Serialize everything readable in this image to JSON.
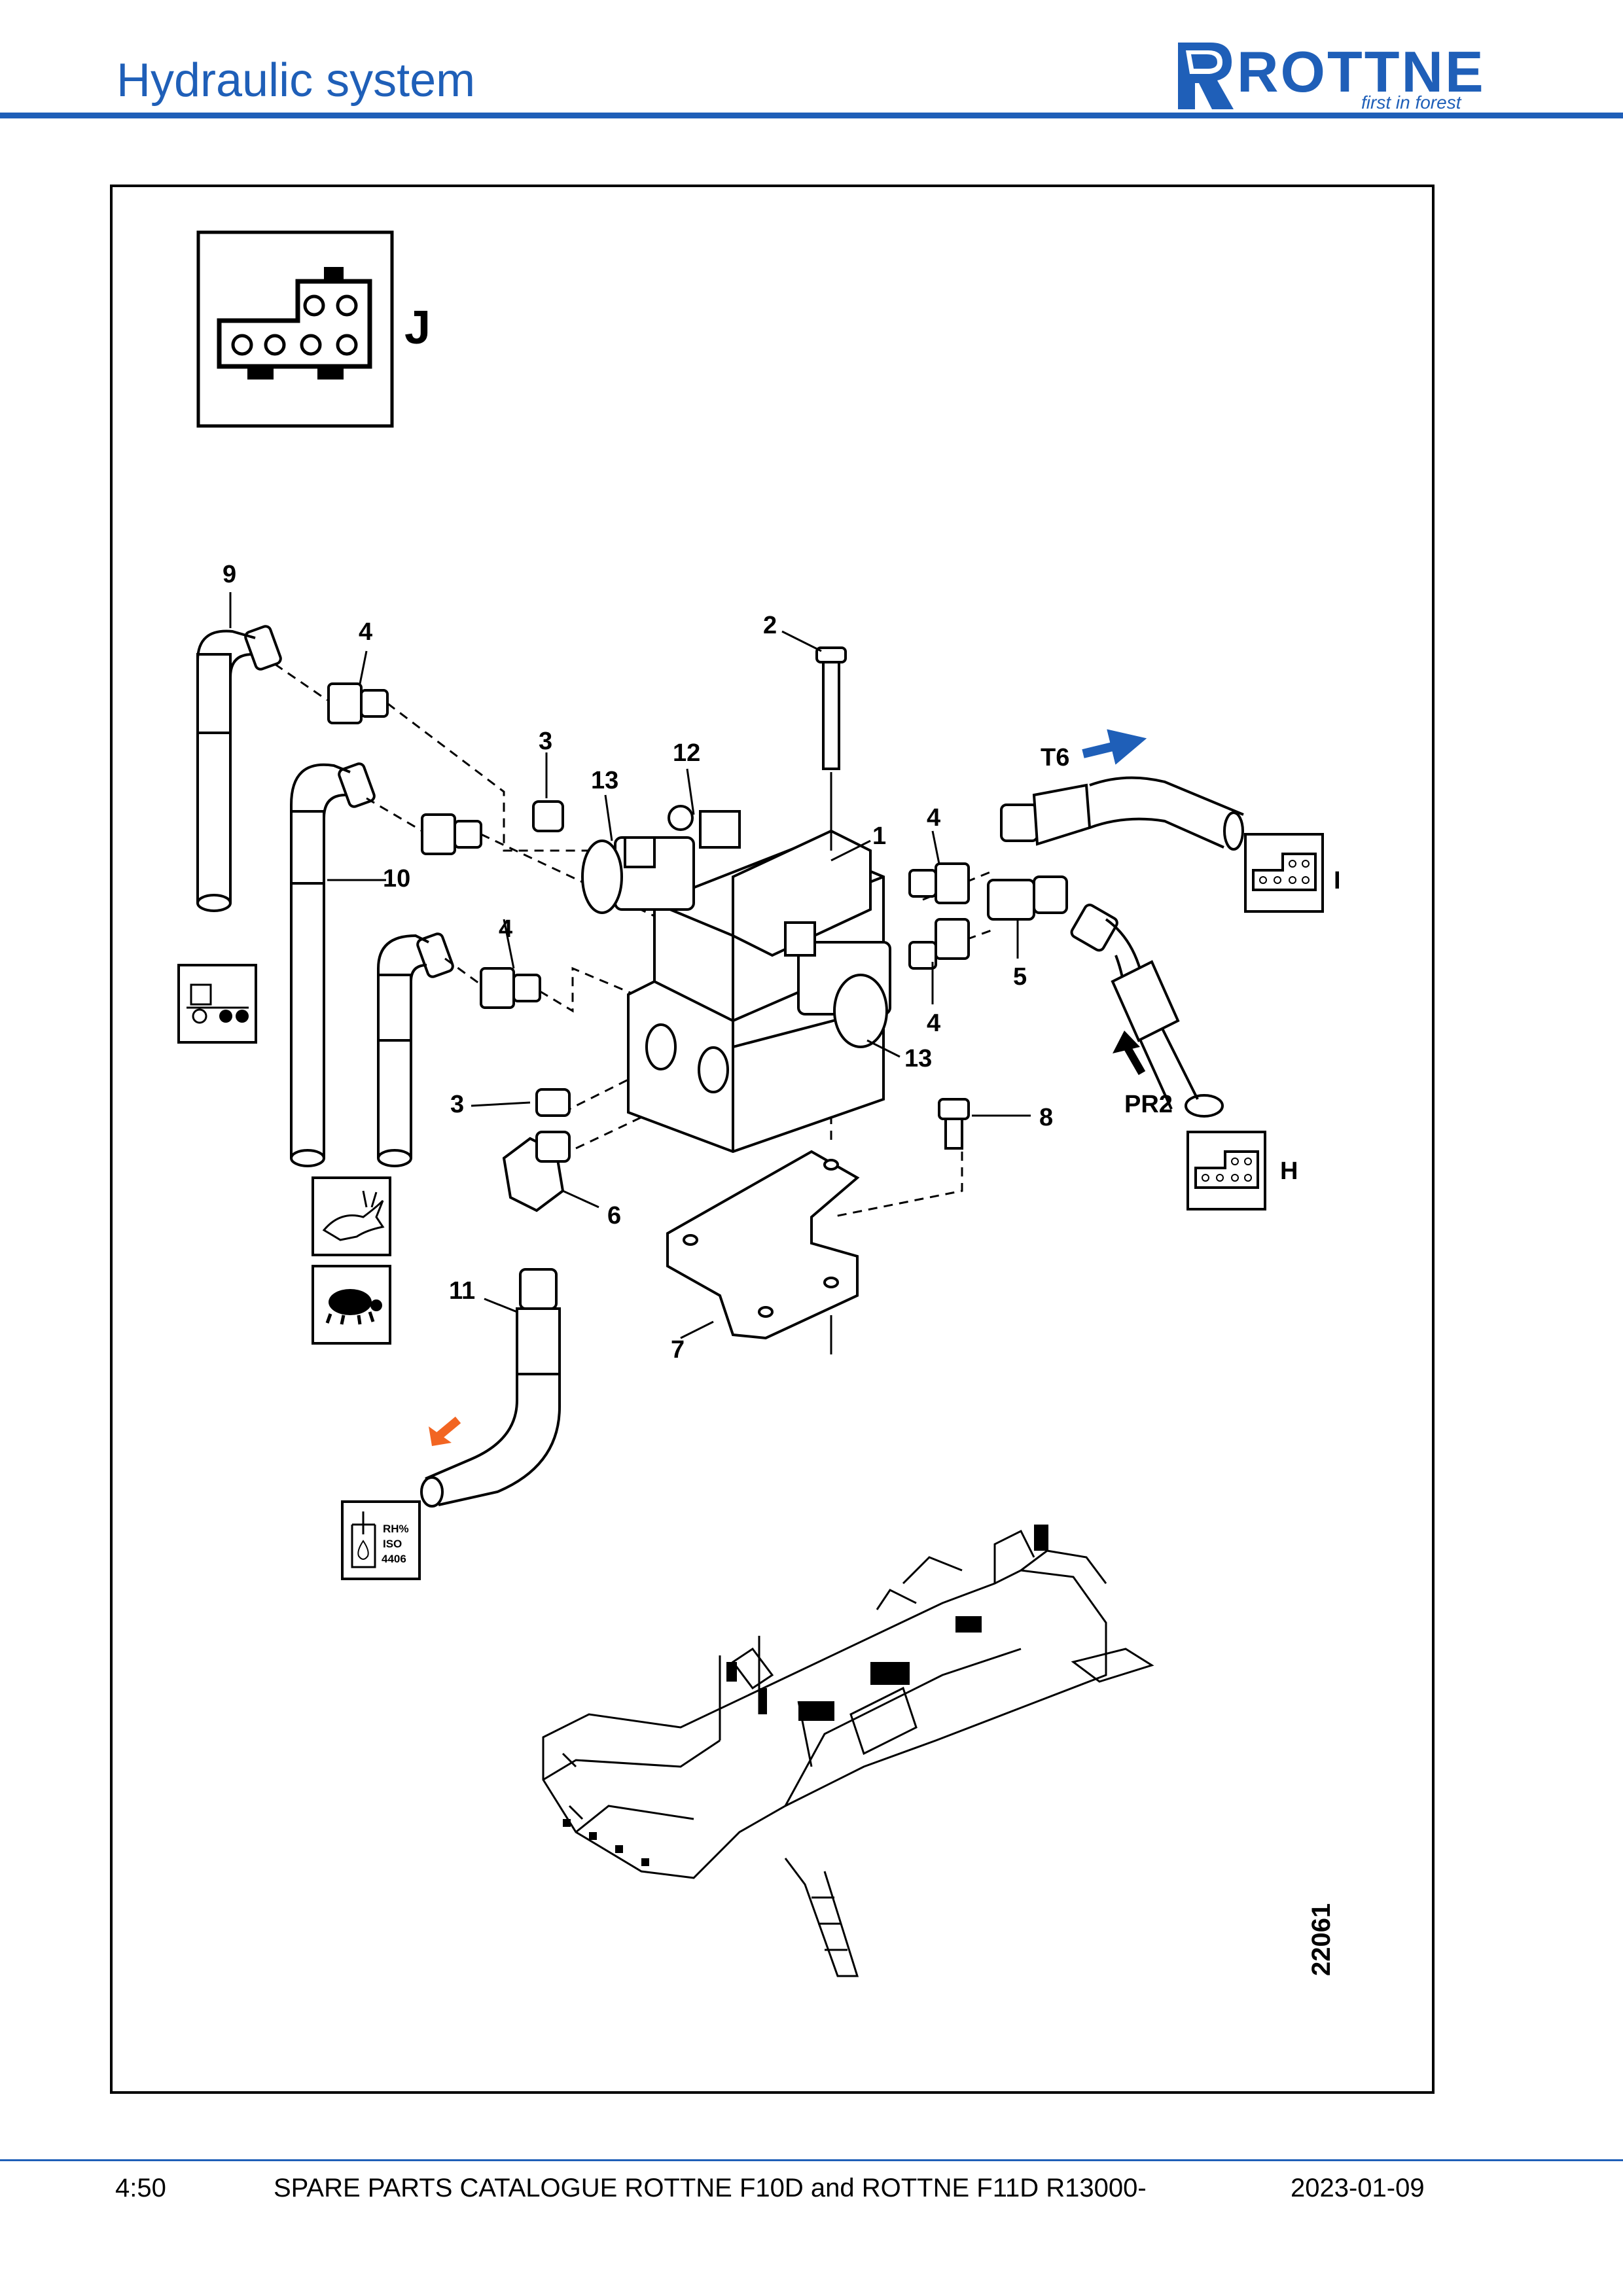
{
  "header": {
    "title": "Hydraulic system"
  },
  "logo": {
    "word": "ROTTNE",
    "tagline": "first in forest"
  },
  "diagram": {
    "connector_label": "J",
    "item_numbers": [
      "1",
      "2",
      "3",
      "3",
      "4",
      "4",
      "4",
      "4",
      "5",
      "6",
      "7",
      "8",
      "9",
      "10",
      "11",
      "12",
      "13",
      "13"
    ],
    "port_labels": {
      "t6": "T6",
      "pr2": "PR2"
    },
    "side_connectors": {
      "i": "I",
      "h": "H"
    },
    "iso_badge": {
      "line1": "RH%",
      "line2": "ISO",
      "line3": "4406"
    },
    "figure_number": "22061",
    "colors": {
      "arrow_blue": "#1f5fb8",
      "arrow_orange": "#f26522"
    }
  },
  "footer": {
    "page": "4:50",
    "title": "SPARE PARTS CATALOGUE ROTTNE F10D and ROTTNE F11D R13000-",
    "date": "2023-01-09"
  }
}
